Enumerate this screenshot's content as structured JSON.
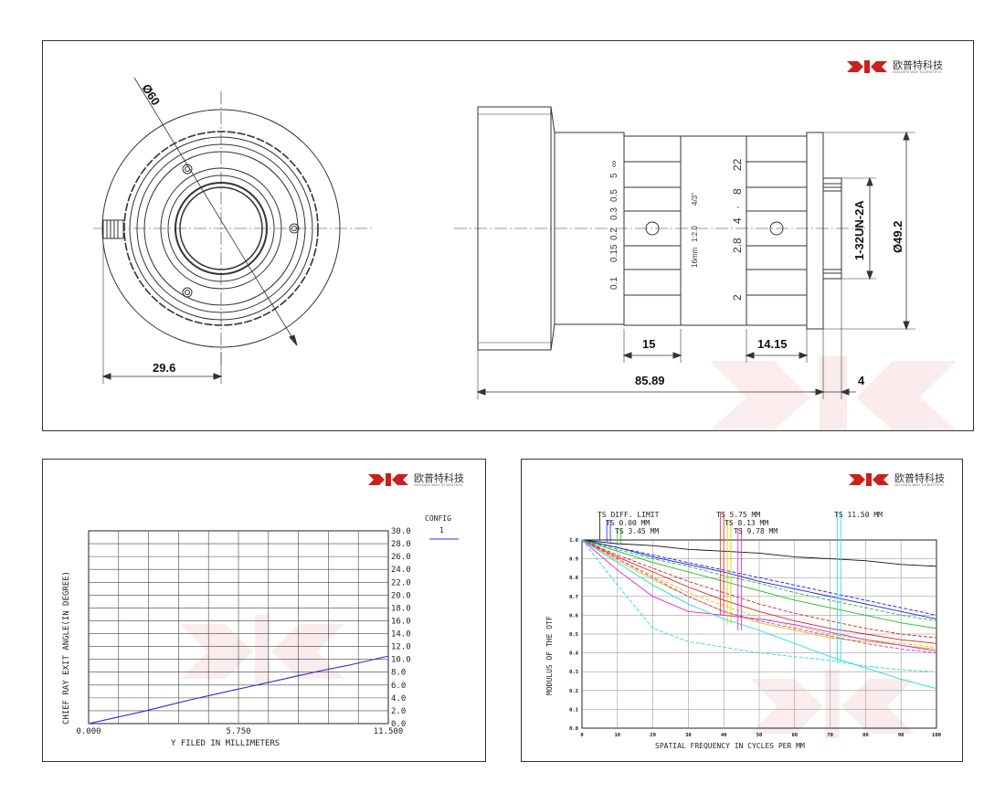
{
  "brand": {
    "cn": "欧普特科技",
    "en": "GOLDEN WAY SCIENTIFIC",
    "color": "#cc1f1f"
  },
  "drawing": {
    "front_diameter": "Ø60",
    "front_width": "29.6",
    "ring1_width": "15",
    "ring2_width": "14.15",
    "overall_length": "85.89",
    "flange": "4",
    "thread": "1-32UN-2A",
    "outer_diameter": "Ø49.2",
    "focal": "16mm",
    "format": "4/3\"",
    "fno": "1:2.0",
    "focus_scale": [
      "0.1",
      "0.15",
      "0.2",
      "0.3",
      "0.5",
      "5",
      "∞"
    ],
    "aperture_scale": [
      "2",
      "2.8",
      "4",
      "·",
      "8",
      "22"
    ]
  },
  "cra_chart": {
    "config_label": "CONFIG",
    "config_value": "1",
    "ylabel": "CHIEF RAY EXIT ANGLE(IN DEGREE)",
    "xlabel": "Y FILED IN MILLIMETERS",
    "x_ticks": [
      "0.000",
      "5.750",
      "11.500"
    ],
    "y_ticks": [
      "0.0",
      "2.0",
      "4.0",
      "6.0",
      "8.0",
      "10.0",
      "12.0",
      "14.0",
      "16.0",
      "18.0",
      "20.0",
      "22.0",
      "24.0",
      "26.0",
      "28.0",
      "30.0"
    ],
    "series_color": "#2b2bd6"
  },
  "mtf_chart": {
    "ylabel": "MODULUS OF THE OTF",
    "xlabel": "SPATIAL FREQUENCY IN CYCLES PER MM",
    "x_ticks": [
      "0",
      "10",
      "20",
      "30",
      "40",
      "50",
      "60",
      "70",
      "80",
      "90",
      "100"
    ],
    "y_ticks": [
      "0.0",
      "0.1",
      "0.2",
      "0.3",
      "0.4",
      "0.5",
      "0.6",
      "0.7",
      "0.8",
      "0.9",
      "1.0"
    ],
    "field_labels": [
      "TS DIFF. LIMIT",
      "TS 0.00 MM",
      "TS 3.45 MM",
      "TS 5.75 MM",
      "TS 8.13 MM",
      "TS 9.78 MM",
      "TS 11.50 MM"
    ]
  },
  "chart_data": [
    {
      "type": "line",
      "title": "",
      "xlabel": "Y FILED IN MILLIMETERS",
      "ylabel": "CHIEF RAY EXIT ANGLE(IN DEGREE)",
      "xlim": [
        0,
        11.5
      ],
      "ylim": [
        0,
        30
      ],
      "grid": true,
      "legend": "top-right",
      "series": [
        {
          "name": "1",
          "color": "#2b2bd6",
          "x": [
            0,
            1,
            2,
            3,
            3.9,
            5,
            6,
            7,
            8,
            9,
            10,
            11.5
          ],
          "y": [
            0,
            0.9,
            1.8,
            2.8,
            3.7,
            4.7,
            5.6,
            6.5,
            7.4,
            8.3,
            9.1,
            10.5
          ]
        }
      ]
    },
    {
      "type": "line",
      "title": "",
      "xlabel": "SPATIAL FREQUENCY IN CYCLES PER MM",
      "ylabel": "MODULUS OF THE OTF",
      "xlim": [
        0,
        100
      ],
      "ylim": [
        0,
        1.0
      ],
      "grid": true,
      "x": [
        0,
        10,
        20,
        30,
        40,
        50,
        60,
        70,
        80,
        90,
        100
      ],
      "series": [
        {
          "name": "TS DIFF. LIMIT",
          "color": "#111111",
          "y": [
            1.0,
            0.98,
            0.97,
            0.95,
            0.94,
            0.93,
            0.91,
            0.9,
            0.89,
            0.87,
            0.86
          ]
        },
        {
          "color": "#1a1aff",
          "dash": "4,2",
          "y": [
            1.0,
            0.96,
            0.92,
            0.88,
            0.84,
            0.8,
            0.76,
            0.72,
            0.68,
            0.64,
            0.6
          ]
        },
        {
          "color": "#1a1aff",
          "y": [
            1.0,
            0.96,
            0.91,
            0.87,
            0.83,
            0.78,
            0.74,
            0.7,
            0.66,
            0.62,
            0.58
          ]
        },
        {
          "color": "#22bb22",
          "dash": "4,2",
          "y": [
            1.0,
            0.95,
            0.9,
            0.86,
            0.81,
            0.77,
            0.72,
            0.68,
            0.64,
            0.6,
            0.57
          ]
        },
        {
          "color": "#22bb22",
          "y": [
            1.0,
            0.94,
            0.88,
            0.83,
            0.78,
            0.73,
            0.68,
            0.64,
            0.6,
            0.56,
            0.53
          ]
        },
        {
          "color": "#dd2222",
          "dash": "4,2",
          "y": [
            1.0,
            0.92,
            0.85,
            0.78,
            0.72,
            0.66,
            0.61,
            0.57,
            0.53,
            0.5,
            0.48
          ]
        },
        {
          "color": "#dd2222",
          "y": [
            1.0,
            0.91,
            0.83,
            0.75,
            0.68,
            0.62,
            0.57,
            0.53,
            0.5,
            0.47,
            0.45
          ]
        },
        {
          "color": "#cccc00",
          "dash": "4,2",
          "y": [
            1.0,
            0.9,
            0.81,
            0.72,
            0.65,
            0.59,
            0.54,
            0.5,
            0.47,
            0.45,
            0.43
          ]
        },
        {
          "color": "#cccc00",
          "y": [
            1.0,
            0.89,
            0.79,
            0.7,
            0.62,
            0.56,
            0.52,
            0.48,
            0.46,
            0.44,
            0.42
          ]
        },
        {
          "color": "#dd22dd",
          "dash": "4,2",
          "y": [
            1.0,
            0.9,
            0.8,
            0.7,
            0.62,
            0.57,
            0.53,
            0.49,
            0.45,
            0.42,
            0.4
          ]
        },
        {
          "color": "#dd22dd",
          "y": [
            1.0,
            0.84,
            0.7,
            0.62,
            0.6,
            0.58,
            0.55,
            0.51,
            0.47,
            0.44,
            0.41
          ]
        },
        {
          "color": "#22dddd",
          "dash": "4,2",
          "y": [
            1.0,
            0.76,
            0.53,
            0.46,
            0.43,
            0.4,
            0.38,
            0.36,
            0.33,
            0.31,
            0.3
          ]
        },
        {
          "color": "#22dddd",
          "y": [
            1.0,
            0.88,
            0.76,
            0.66,
            0.58,
            0.52,
            0.45,
            0.38,
            0.32,
            0.26,
            0.21
          ]
        }
      ]
    }
  ]
}
